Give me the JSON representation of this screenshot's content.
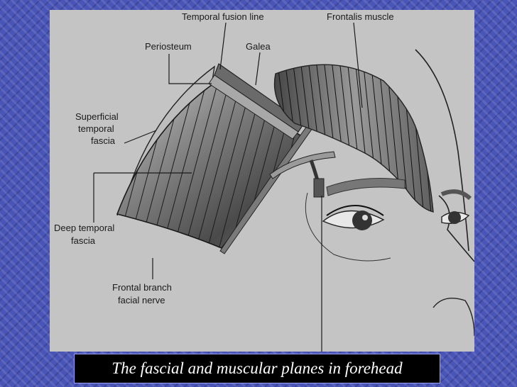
{
  "labels": {
    "temporal_fusion_line": "Temporal fusion line",
    "frontalis_muscle": "Frontalis muscle",
    "periosteum": "Periosteum",
    "galea": "Galea",
    "superficial_temporal_fascia": [
      "Superficial",
      "temporal",
      "fascia"
    ],
    "deep_temporal_fascia": [
      "Deep temporal",
      "fascia"
    ],
    "frontal_branch_facial_nerve": [
      "Frontal branch",
      "facial nerve"
    ]
  },
  "caption": "The fascial and muscular planes in forehead",
  "colors": {
    "background": "#4a55b8",
    "panel": "#c4c4c4",
    "caption_bg": "#000000",
    "caption_text": "#ffffff"
  }
}
